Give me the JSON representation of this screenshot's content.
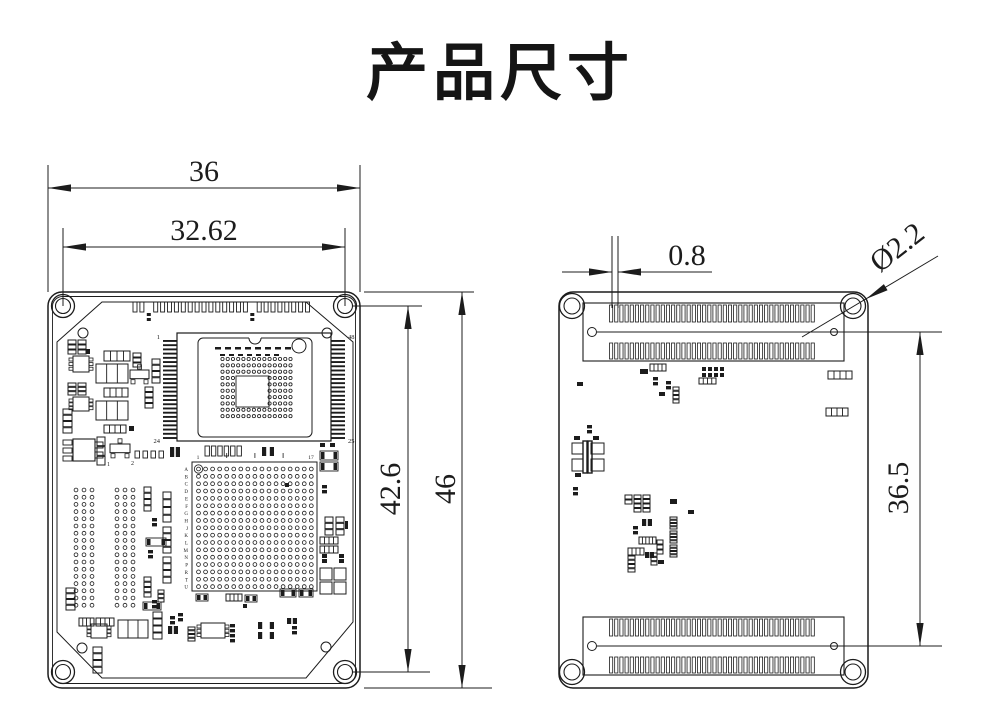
{
  "title": "产品尺寸",
  "colors": {
    "ink": "#1c1c1c",
    "background": "#ffffff"
  },
  "dimensions": {
    "board_width": "36",
    "hole_spacing_x": "32.62",
    "hole_spacing_y": "42.6",
    "board_height": "46",
    "pad_pitch": "0.8",
    "hole_diameter": "Ø2.2",
    "connector_spacing": "36.5"
  },
  "left_board": {
    "chip_pin_labels": [
      "1",
      "24",
      "25",
      "48"
    ],
    "bga_row_labels": [
      "A",
      "B",
      "C",
      "D",
      "E",
      "F",
      "G",
      "H",
      "J",
      "K",
      "L",
      "M",
      "N",
      "P",
      "R",
      "T",
      "U"
    ],
    "bga_col_first": "1",
    "bga_col_last": "17",
    "transistor_pin_labels": [
      "1",
      "2"
    ]
  }
}
